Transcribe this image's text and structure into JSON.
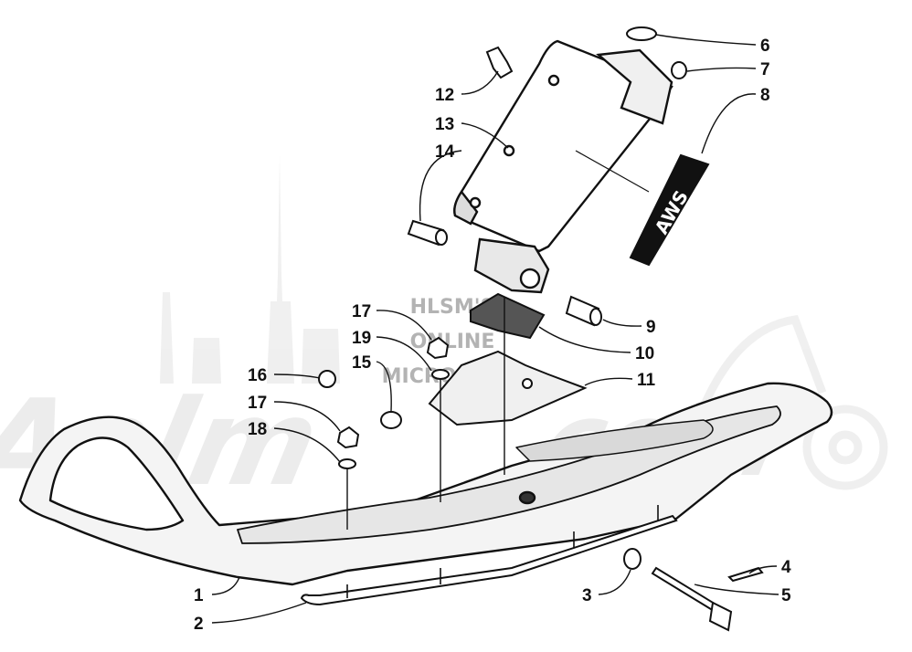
{
  "watermark": {
    "brand": "Aelm",
    "brand_tail": "com",
    "lines": [
      "HLSM'S",
      "ONLINE",
      "MICROFICHE"
    ]
  },
  "decal": {
    "brand": "AWS"
  },
  "callouts": [
    {
      "id": "1",
      "label": "1"
    },
    {
      "id": "2",
      "label": "2"
    },
    {
      "id": "3",
      "label": "3"
    },
    {
      "id": "4",
      "label": "4"
    },
    {
      "id": "5",
      "label": "5"
    },
    {
      "id": "6",
      "label": "6"
    },
    {
      "id": "7",
      "label": "7"
    },
    {
      "id": "8",
      "label": "8"
    },
    {
      "id": "9",
      "label": "9"
    },
    {
      "id": "10",
      "label": "10"
    },
    {
      "id": "11",
      "label": "11"
    },
    {
      "id": "12",
      "label": "12"
    },
    {
      "id": "13",
      "label": "13"
    },
    {
      "id": "14",
      "label": "14"
    },
    {
      "id": "15",
      "label": "15"
    },
    {
      "id": "16",
      "label": "16"
    },
    {
      "id": "17a",
      "label": "17"
    },
    {
      "id": "17b",
      "label": "17"
    },
    {
      "id": "18",
      "label": "18"
    },
    {
      "id": "19",
      "label": "19"
    }
  ]
}
